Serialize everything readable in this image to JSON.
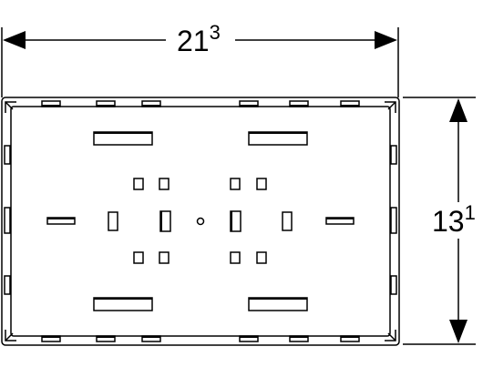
{
  "dimensions": {
    "width": {
      "base": "21",
      "superscript": "3"
    },
    "height": {
      "base": "13",
      "superscript": "1"
    }
  },
  "colors": {
    "stroke": "#000000",
    "background": "#ffffff"
  }
}
